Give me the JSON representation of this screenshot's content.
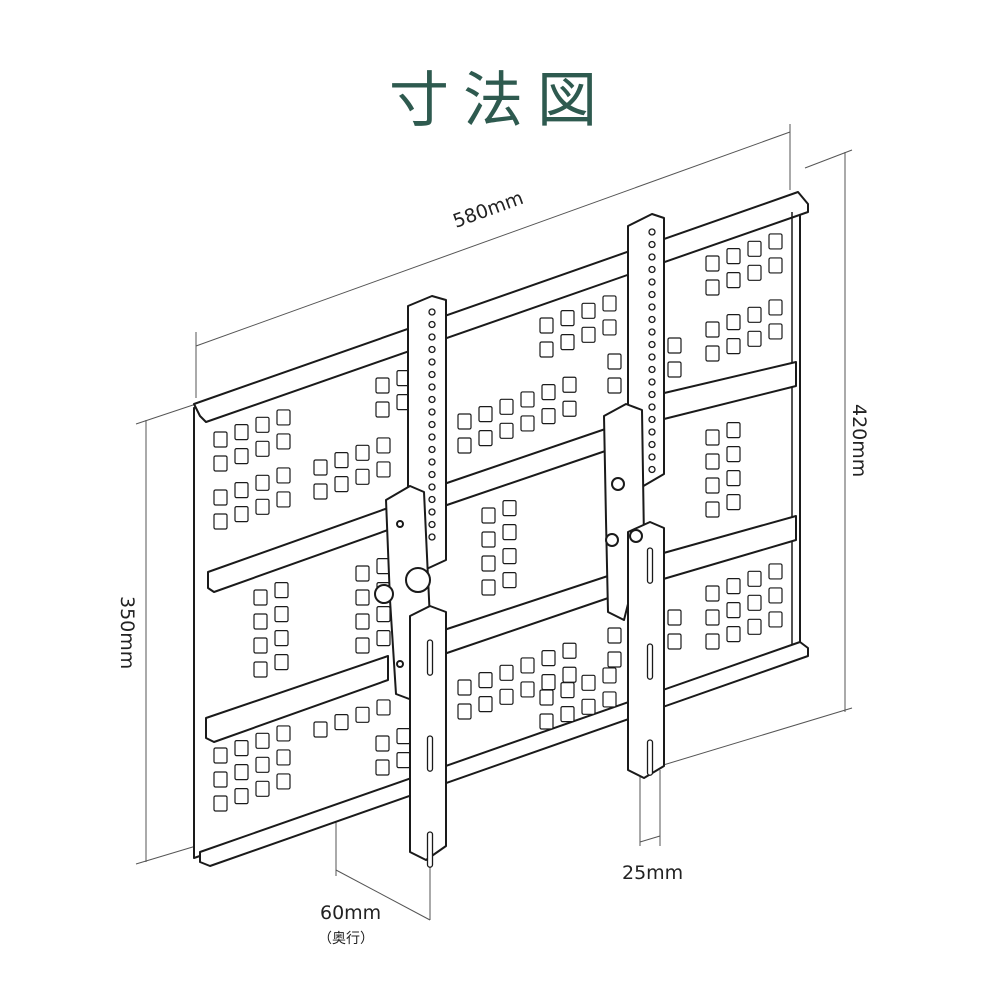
{
  "title": "寸法図",
  "dimensions": {
    "width": "580mm",
    "height_outer": "420mm",
    "height_plate": "350mm",
    "depth": "60mm",
    "depth_note": "（奥行）",
    "arm_width": "25mm"
  },
  "colors": {
    "title": "#2e5a4f",
    "line": "#1a1a1a",
    "dimline": "#555555"
  }
}
